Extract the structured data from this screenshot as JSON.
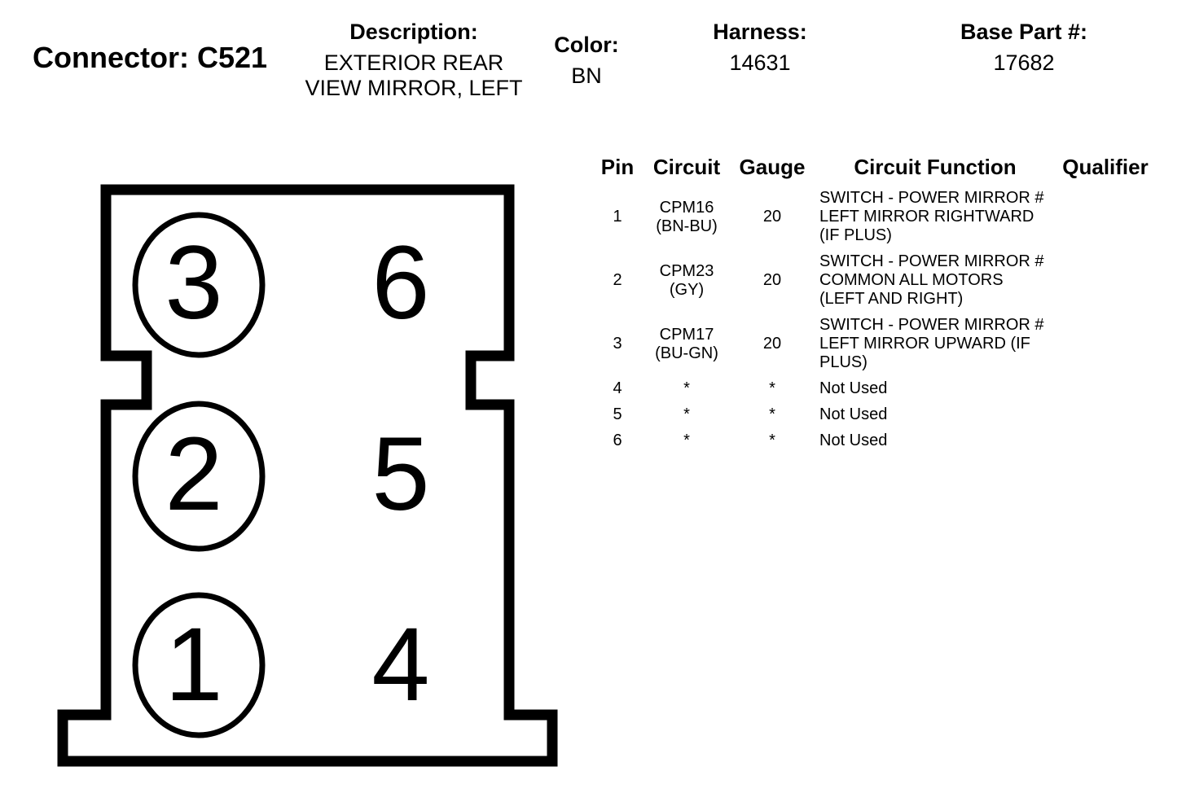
{
  "connector": {
    "title": "Connector: C521"
  },
  "header": {
    "description_label": "Description:",
    "description_line1": "EXTERIOR REAR",
    "description_line2": "VIEW MIRROR, LEFT",
    "color_label": "Color:",
    "color_value": "BN",
    "harness_label": "Harness:",
    "harness_value": "14631",
    "base_part_label": "Base Part #:",
    "base_part_value": "17682"
  },
  "diagram": {
    "pins": [
      "1",
      "2",
      "3",
      "4",
      "5",
      "6"
    ]
  },
  "table": {
    "headers": {
      "pin": "Pin",
      "circuit": "Circuit",
      "gauge": "Gauge",
      "function": "Circuit Function",
      "qualifier": "Qualifier"
    },
    "rows": [
      {
        "pin": "1",
        "circuit_line1": "CPM16",
        "circuit_line2": "(BN-BU)",
        "gauge": "20",
        "function_line1": "SWITCH - POWER MIRROR #",
        "function_line2": "LEFT MIRROR RIGHTWARD",
        "function_line3": "(IF PLUS)",
        "qualifier": ""
      },
      {
        "pin": "2",
        "circuit_line1": "CPM23",
        "circuit_line2": "(GY)",
        "gauge": "20",
        "function_line1": "SWITCH - POWER MIRROR #",
        "function_line2": "COMMON ALL MOTORS",
        "function_line3": "(LEFT AND RIGHT)",
        "qualifier": ""
      },
      {
        "pin": "3",
        "circuit_line1": "CPM17",
        "circuit_line2": "(BU-GN)",
        "gauge": "20",
        "function_line1": "SWITCH - POWER MIRROR #",
        "function_line2": "LEFT MIRROR UPWARD (IF",
        "function_line3": "PLUS)",
        "qualifier": ""
      },
      {
        "pin": "4",
        "circuit_line1": "*",
        "circuit_line2": "",
        "gauge": "*",
        "function_line1": "Not Used",
        "function_line2": "",
        "function_line3": "",
        "qualifier": ""
      },
      {
        "pin": "5",
        "circuit_line1": "*",
        "circuit_line2": "",
        "gauge": "*",
        "function_line1": "Not Used",
        "function_line2": "",
        "function_line3": "",
        "qualifier": ""
      },
      {
        "pin": "6",
        "circuit_line1": "*",
        "circuit_line2": "",
        "gauge": "*",
        "function_line1": "Not Used",
        "function_line2": "",
        "function_line3": "",
        "qualifier": ""
      }
    ]
  }
}
